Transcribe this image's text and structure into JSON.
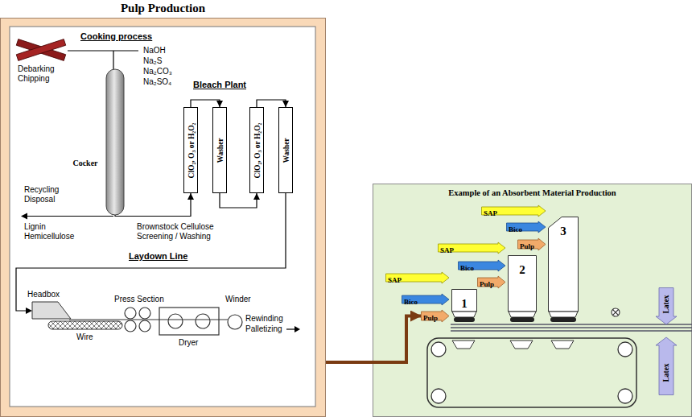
{
  "diagram": {
    "title": "Pulp Production",
    "nodes": [
      {
        "text": [
          "Pulp Production"
        ]
      },
      {
        "text": [
          "Cocker"
        ],
        "in": 0
      },
      {
        "text": [
          "ClO₂, O₃ or H₂O₂"
        ],
        "in": 0
      },
      {
        "text": [
          "Washer"
        ],
        "in": 0
      },
      {
        "text": [
          "ClO₂, O₃ or H₂O₂"
        ],
        "in": 0
      },
      {
        "text": [
          "Washer"
        ],
        "in": 0
      },
      {
        "text": [
          "Example of an Absorbent Material Production"
        ]
      },
      {
        "text": [
          "SAP"
        ],
        "in": 6
      },
      {
        "text": [
          "Bico"
        ],
        "in": 6
      },
      {
        "text": [
          "Pulp"
        ],
        "in": 6
      },
      {
        "text": [
          "SAP"
        ],
        "in": 6
      },
      {
        "text": [
          "Bico"
        ],
        "in": 6
      },
      {
        "text": [
          "Pulp"
        ],
        "in": 6
      },
      {
        "text": [
          "SAP"
        ],
        "in": 6
      },
      {
        "text": [
          "Bico"
        ],
        "in": 6
      },
      {
        "text": [
          "Pulp"
        ],
        "in": 6
      },
      {
        "text": [
          "1"
        ],
        "in": 6
      },
      {
        "text": [
          "2"
        ],
        "in": 6
      },
      {
        "text": [
          "3"
        ],
        "in": 6
      },
      {
        "text": [
          "Latex"
        ],
        "in": 6
      },
      {
        "text": [
          "Latex"
        ],
        "in": 6
      }
    ],
    "edges": [
      {
        "from": 1,
        "to": 2,
        "arrow": "to"
      },
      {
        "from": 2,
        "to": 3,
        "arrow": "to"
      },
      {
        "from": 3,
        "to": 4,
        "arrow": "to"
      },
      {
        "from": 4,
        "to": 5,
        "arrow": "to"
      },
      {
        "from": 0,
        "to": 9,
        "arrow": "to"
      }
    ],
    "labels": [
      "Cooking process",
      "Debarking",
      "Chipping",
      "NaOH",
      "Na₂S",
      "Na₂CO₃",
      "Na₂SO₄",
      "Bleach Plant",
      "Recycling",
      "Disposal",
      "Lignin",
      "Hemicellulose",
      "Brownstock Cellulose",
      "Screening / Washing",
      "Laydown Line",
      "Headbox",
      "Press Section",
      "Winder",
      "Rewinding",
      "Palletizing",
      "Wire",
      "Dryer"
    ]
  }
}
